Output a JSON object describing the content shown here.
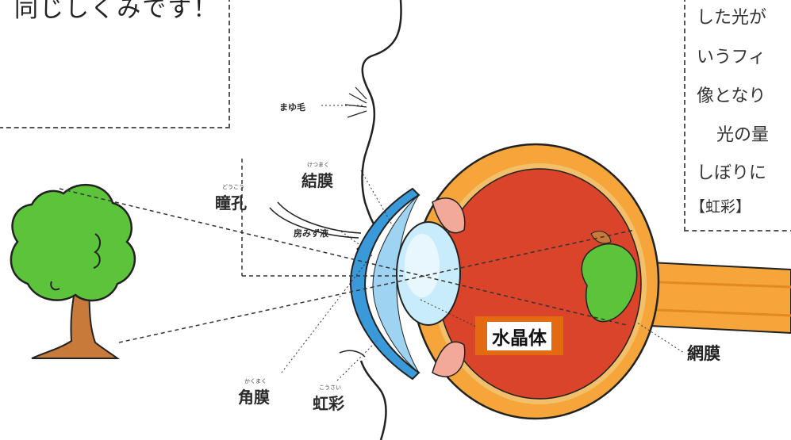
{
  "camera_box": {
    "title": "同じしくみです！"
  },
  "note_box": {
    "lines": [
      "した光が",
      "いうフィ",
      "像となり",
      "光の量",
      "しぼりに",
      "【虹彩】"
    ]
  },
  "labels": {
    "eyebrow": "まゆ毛",
    "conjunctiva": "結膜",
    "conjunctiva_ruby": "けつまく",
    "pupil": "瞳孔",
    "pupil_ruby": "どうこう",
    "aqueous": "房みず液",
    "cornea": "角膜",
    "cornea_ruby": "かくまく",
    "iris": "虹彩",
    "iris_ruby": "こうさい",
    "lens": "水晶体",
    "retina": "網膜"
  },
  "colors": {
    "lens_badge": "#e26a10",
    "eye_interior": "#d9442a",
    "sclera": "#f5a53a",
    "cornea": "#3a9ad9",
    "tree": "#5cc43a",
    "tree_trunk": "#c87a3a",
    "skin": "#ffffff"
  },
  "icons": [
    "camera-icon",
    "tree-icon",
    "eye-cross-section-icon"
  ]
}
